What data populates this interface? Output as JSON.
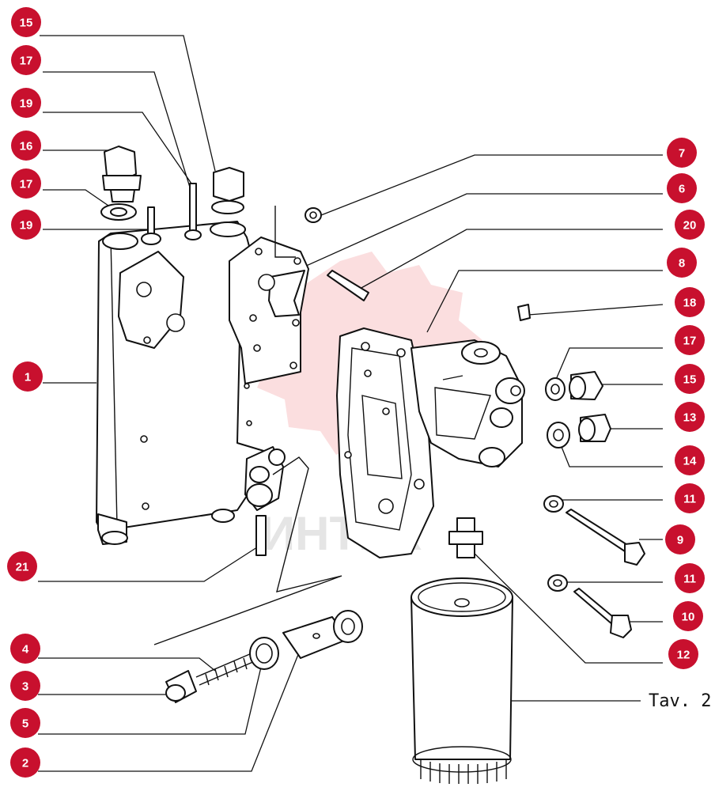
{
  "plate_title": "Tav. 2",
  "watermark_text": "ИНТЕХ",
  "callout_color": "#c8102e",
  "callouts": [
    "15",
    "17",
    "19",
    "16",
    "17",
    "19",
    "1",
    "21",
    "4",
    "3",
    "5",
    "2",
    "7",
    "6",
    "20",
    "8",
    "18",
    "17",
    "15",
    "13",
    "14",
    "11",
    "9",
    "11",
    "10",
    "12"
  ]
}
